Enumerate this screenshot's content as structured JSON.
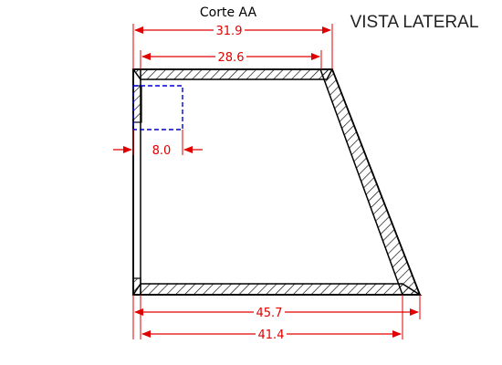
{
  "section_title": "Corte AA",
  "view_title": "VISTA LATERAL",
  "dimensions": {
    "top_outer": "31.9",
    "top_inner": "28.6",
    "pocket": "8.0",
    "bottom_outer": "45.7",
    "bottom_inner": "41.4"
  },
  "colors": {
    "outline": "#000000",
    "dimension": "#e00000",
    "hidden_line": "#0000cc",
    "hatch": "#000000"
  }
}
